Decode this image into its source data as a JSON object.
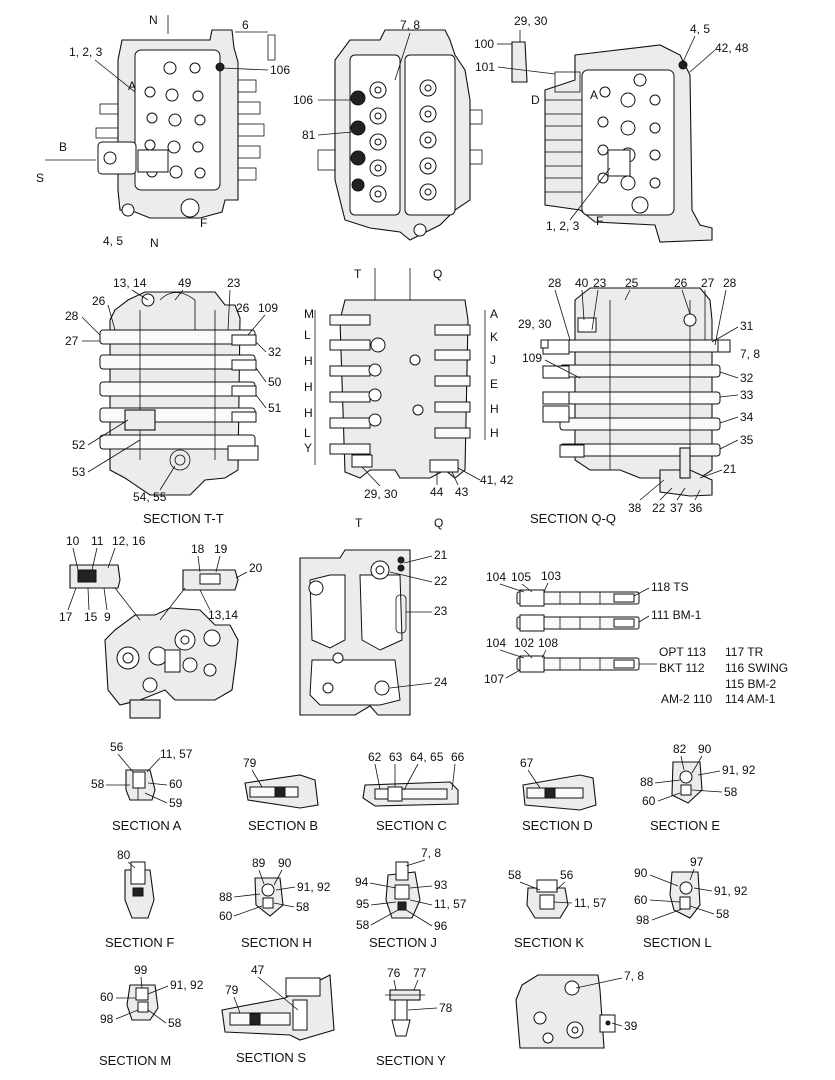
{
  "title": "",
  "labels": {
    "a1_N_top": "N",
    "a1_6": "6",
    "a1_123": "1, 2, 3",
    "a1_106": "106",
    "a1_A": "A",
    "a1_B": "B",
    "a1_S": "S",
    "a1_45": "4, 5",
    "a1_F": "F",
    "a1_N_bot": "N",
    "a2_78": "7, 8",
    "a2_106": "106",
    "a2_81": "81",
    "a3_2930": "29, 30",
    "a3_100": "100",
    "a3_101": "101",
    "a3_45": "4, 5",
    "a3_4248": "42, 48",
    "a3_D": "D",
    "a3_A": "A",
    "a3_123": "1, 2, 3",
    "a3_F": "F",
    "tt_1314": "13, 14",
    "tt_49": "49",
    "tt_23": "23",
    "tt_26a": "26",
    "tt_26b": "26",
    "tt_109": "109",
    "tt_28": "28",
    "tt_27": "27",
    "tt_32": "32",
    "tt_50": "50",
    "tt_51": "51",
    "tt_52": "52",
    "tt_53": "53",
    "tt_5455": "54, 55",
    "tt_caption": "SECTION  T-T",
    "mid_T": "T",
    "mid_Q": "Q",
    "mid_M": "M",
    "mid_L1": "L",
    "mid_H1": "H",
    "mid_H2": "H",
    "mid_H3": "H",
    "mid_L2": "L",
    "mid_Y": "Y",
    "mid_A": "A",
    "mid_K": "K",
    "mid_J": "J",
    "mid_E": "E",
    "mid_H4": "H",
    "mid_H5": "H",
    "mid_2930": "29, 30",
    "mid_44": "44",
    "mid_43": "43",
    "mid_4142": "41, 42",
    "mid_T_bot": "T",
    "mid_Q_bot": "Q",
    "qq_28a": "28",
    "qq_40": "40",
    "qq_23": "23",
    "qq_25": "25",
    "qq_26": "26",
    "qq_27": "27",
    "qq_28b": "28",
    "qq_2930": "29, 30",
    "qq_31": "31",
    "qq_78": "7, 8",
    "qq_109": "109",
    "qq_32": "32",
    "qq_33": "33",
    "qq_34": "34",
    "qq_35": "35",
    "qq_21": "21",
    "qq_38": "38",
    "qq_22": "22",
    "qq_37": "37",
    "qq_36": "36",
    "qq_caption": "SECTION  Q-Q",
    "r3_10": "10",
    "r3_11": "11",
    "r3_1216": "12, 16",
    "r3_17": "17",
    "r3_15": "15",
    "r3_9": "9",
    "r3_18": "18",
    "r3_19": "19",
    "r3_20": "20",
    "r3_1314": "13,14",
    "r3_21": "21",
    "r3_22": "22",
    "r3_23": "23",
    "r3_24": "24",
    "sp_104a": "104",
    "sp_105": "105",
    "sp_103": "103",
    "sp_118": "118  TS",
    "sp_111": "111  BM-1",
    "sp_104b": "104",
    "sp_102": "102",
    "sp_108": "108",
    "sp_107": "107",
    "sp_opt": "OPT  113",
    "sp_117": "117  TR",
    "sp_bkt": "BKT  112",
    "sp_116": "116  SWING",
    "sp_115": "115  BM-2",
    "sp_am2": "AM-2  110",
    "sp_114": "114  AM-1",
    "sa_56": "56",
    "sa_1157": "11, 57",
    "sa_58": "58",
    "sa_60": "60",
    "sa_59": "59",
    "sa_caption": "SECTION  A",
    "sb_79": "79",
    "sb_caption": "SECTION  B",
    "sc_62": "62",
    "sc_63": "63",
    "sc_6465": "64, 65",
    "sc_66": "66",
    "sc_caption": "SECTION  C",
    "sd_67": "67",
    "sd_caption": "SECTION  D",
    "se_82": "82",
    "se_90": "90",
    "se_88": "88",
    "se_9192": "91, 92",
    "se_60": "60",
    "se_58": "58",
    "se_caption": "SECTION  E",
    "sf_80": "80",
    "sf_caption": "SECTION  F",
    "sh_89": "89",
    "sh_90": "90",
    "sh_88": "88",
    "sh_9192": "91, 92",
    "sh_60": "60",
    "sh_58": "58",
    "sh_caption": "SECTION  H",
    "sj_78": "7, 8",
    "sj_94": "94",
    "sj_93": "93",
    "sj_95": "95",
    "sj_1157": "11, 57",
    "sj_58": "58",
    "sj_96": "96",
    "sj_caption": "SECTION  J",
    "sk_58": "58",
    "sk_56": "56",
    "sk_1157": "11, 57",
    "sk_caption": "SECTION  K",
    "sl_90": "90",
    "sl_97": "97",
    "sl_60": "60",
    "sl_9192": "91, 92",
    "sl_98": "98",
    "sl_58": "58",
    "sl_caption": "SECTION  L",
    "sm_99": "99",
    "sm_60": "60",
    "sm_9192": "91, 92",
    "sm_98": "98",
    "sm_58": "58",
    "sm_caption": "SECTION  M",
    "ss_47": "47",
    "ss_79": "79",
    "ss_caption": "SECTION  S",
    "sy_76": "76",
    "sy_77": "77",
    "sy_78": "78",
    "sy_caption": "SECTION  Y",
    "bl_78": "7, 8",
    "bl_39": "39"
  }
}
